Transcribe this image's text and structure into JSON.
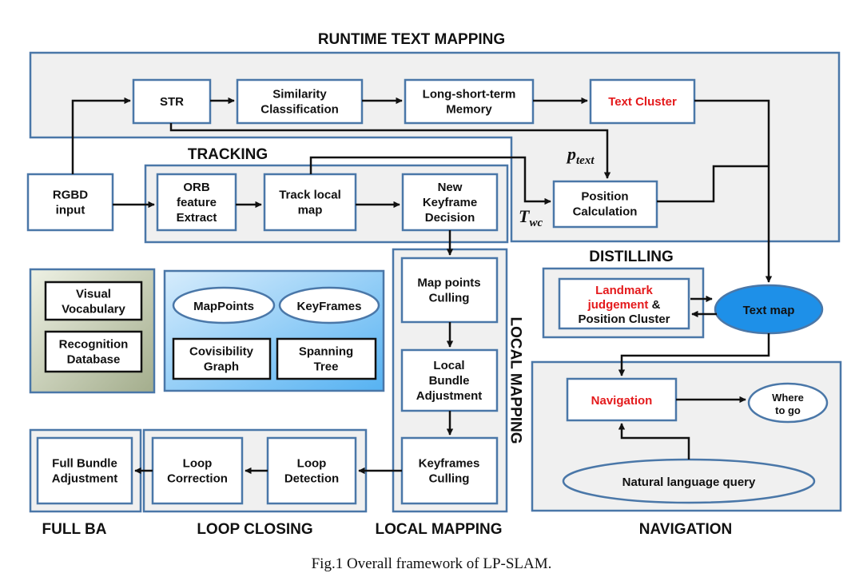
{
  "sections": {
    "runtime_text_mapping": "RUNTIME TEXT MAPPING",
    "tracking": "TRACKING",
    "distilling": "DISTILLING",
    "local_mapping_vertical": "LOCAL MAPPING",
    "local_mapping": "LOCAL MAPPING",
    "full_ba": "FULL BA",
    "loop_closing": "LOOP CLOSING",
    "navigation": "NAVIGATION"
  },
  "nodes": {
    "str": [
      "STR"
    ],
    "similarity": [
      "Similarity",
      "Classification"
    ],
    "lstm": [
      "Long-short-term",
      "Memory"
    ],
    "text_cluster": [
      "Text Cluster"
    ],
    "rgbd": [
      "RGBD",
      "input"
    ],
    "orb": [
      "ORB",
      "feature",
      "Extract"
    ],
    "track_local": [
      "Track local",
      "map"
    ],
    "new_keyframe": [
      "New",
      "Keyframe",
      "Decision"
    ],
    "position_calc": [
      "Position",
      "Calculation"
    ],
    "landmark": {
      "line1": "Landmark",
      "line2_red": "judgement",
      "line2_rest": " &",
      "line3": "Position Cluster"
    },
    "text_map": [
      "Text map"
    ],
    "visual_vocab": [
      "Visual",
      "Vocabulary"
    ],
    "recognition_db": [
      "Recognition",
      "Database"
    ],
    "mappoints": [
      "MapPoints"
    ],
    "keyframes": [
      "KeyFrames"
    ],
    "covisibility": [
      "Covisibility",
      "Graph"
    ],
    "spanning": [
      "Spanning",
      "Tree"
    ],
    "mp_culling": [
      "Map points",
      "Culling"
    ],
    "local_ba": [
      "Local",
      "Bundle",
      "Adjustment"
    ],
    "kf_culling": [
      "Keyframes",
      "Culling"
    ],
    "loop_detection": [
      "Loop",
      "Detection"
    ],
    "loop_correction": [
      "Loop",
      "Correction"
    ],
    "full_bundle": [
      "Full Bundle",
      "Adjustment"
    ],
    "navigation_box": [
      "Navigation"
    ],
    "where": [
      "Where",
      "to go"
    ],
    "nl_query": [
      "Natural language query"
    ]
  },
  "math": {
    "p_base": "p",
    "p_sub": "text",
    "t_base": "T",
    "t_sub": "wc"
  },
  "caption": "Fig.1 Overall framework of LP-SLAM.",
  "colors": {
    "panel_border": "#4a77a8",
    "panel_fill": "#f0f0f0",
    "highlight_text": "#e41a1c",
    "text_map_fill": "#1e90e8",
    "map_panel_gradient": [
      "#d6ecfc",
      "#56b2f2"
    ],
    "vocab_panel_gradient": [
      "#eef1e4",
      "#a3ad8c"
    ]
  }
}
